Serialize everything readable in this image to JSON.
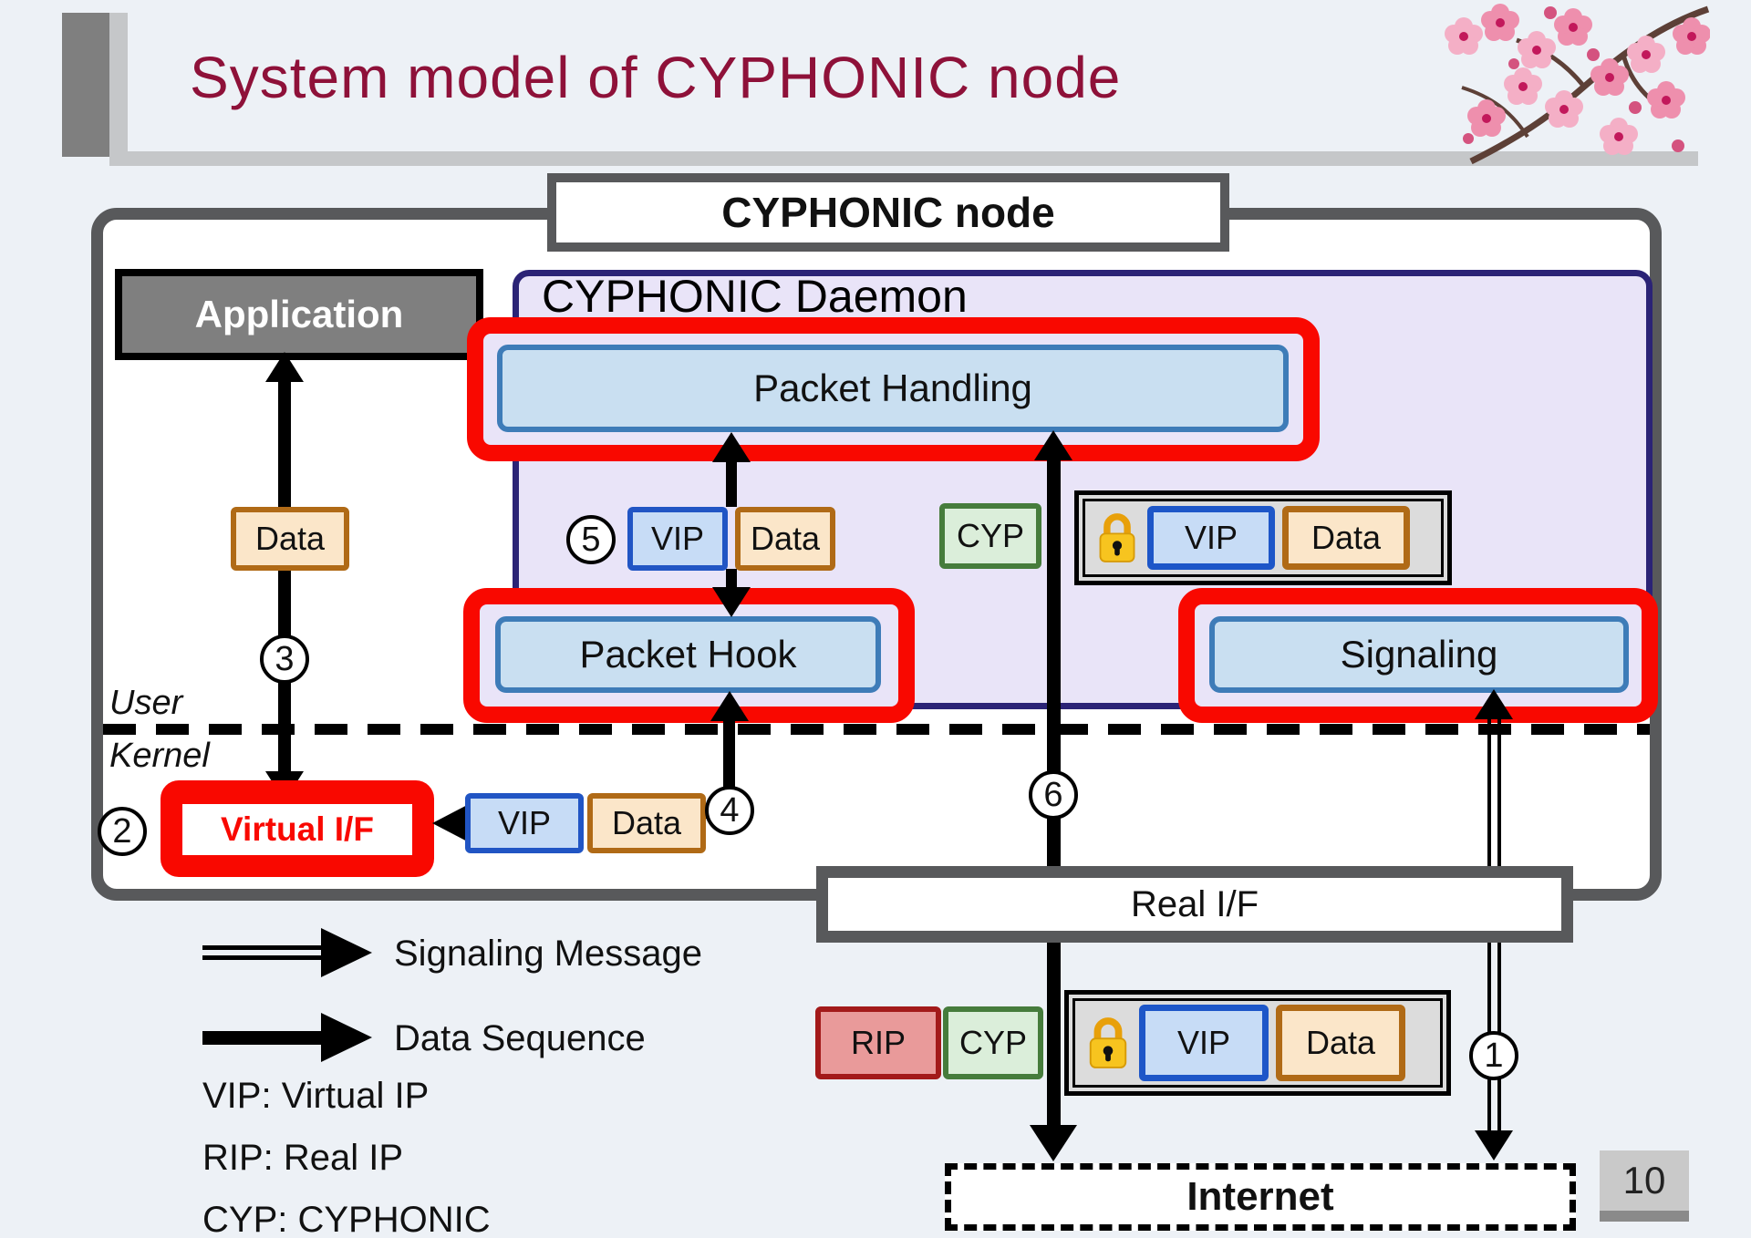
{
  "slide": {
    "title": "System model of CYPHONIC node",
    "page_number": "10"
  },
  "node": {
    "title": "CYPHONIC node"
  },
  "boxes": {
    "application": "Application",
    "daemon": "CYPHONIC Daemon",
    "packet_handling": "Packet Handling",
    "packet_hook": "Packet Hook",
    "signaling": "Signaling",
    "virtual_if": "Virtual I/F",
    "real_if": "Real I/F",
    "internet": "Internet"
  },
  "zones": {
    "user": "User",
    "kernel": "Kernel"
  },
  "packet_labels": {
    "vip": "VIP",
    "data": "Data",
    "cyp": "CYP",
    "rip": "RIP"
  },
  "steps": {
    "n1": "1",
    "n2": "2",
    "n3": "3",
    "n4": "4",
    "n5": "5",
    "n6": "6"
  },
  "legend": {
    "signaling_message": "Signaling Message",
    "data_sequence": "Data Sequence",
    "abbreviations": {
      "vip": "VIP: Virtual IP",
      "rip": "RIP: Real IP",
      "cyp": "CYP: CYPHONIC"
    }
  },
  "icons": {
    "lock": "lock-icon",
    "blossom": "cherry-blossom-decoration"
  },
  "colors": {
    "title_text": "#8E1139",
    "highlight_red": "#F90800",
    "node_border_gray": "#58595B",
    "daemon_fill": "#E9E4F8",
    "daemon_border": "#2B2376",
    "module_fill": "#C9DFF1",
    "module_border": "#3E7CB8",
    "vip_fill": "#C7DCF6",
    "vip_border": "#2155C4",
    "data_fill": "#FBE6C9",
    "data_border": "#B06A16",
    "cyp_fill": "#DBEEDA",
    "cyp_border": "#467C3C",
    "rip_fill": "#E99A9A",
    "rip_border": "#A31A1A",
    "virtual_if_text": "#F90800"
  }
}
